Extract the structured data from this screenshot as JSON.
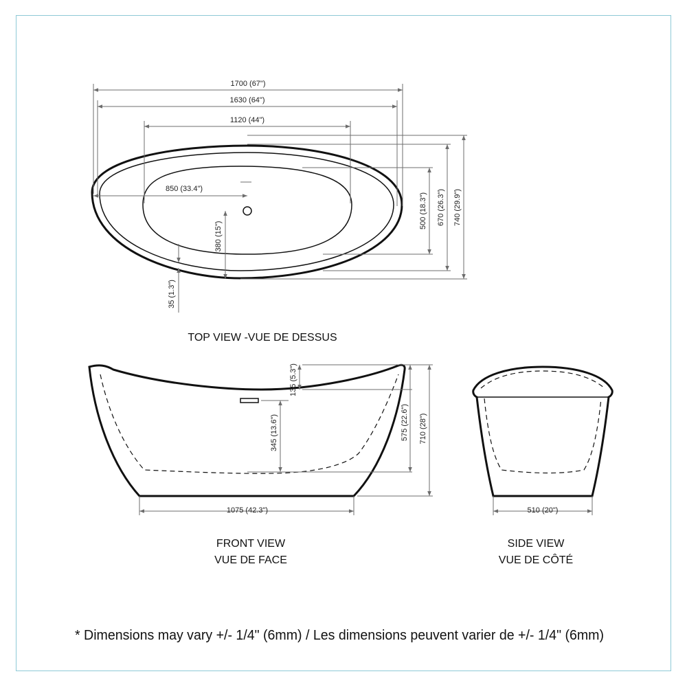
{
  "top_view": {
    "label": "TOP VIEW -VUE DE DESSUS",
    "dims": {
      "overall_length": "1700 (67\")",
      "rim_length": "1630 (64\")",
      "basin_length": "1120 (44\")",
      "drain_offset": "850 (33.4\")",
      "basin_width": "500 (18.3\")",
      "rim_width": "670 (26.3\")",
      "overall_width": "740 (29.9\")",
      "drain_to_edge": "380 (15\")",
      "rim_thickness": "35 (1.3\")"
    }
  },
  "front_view": {
    "label_line1": "FRONT VIEW",
    "label_line2": "VUE DE FACE",
    "dims": {
      "end_rise": "135 (5.3\")",
      "overflow_height": "345 (13.6\")",
      "inner_depth": "575 (22.6\")",
      "overall_height": "710 (28\")",
      "base_length": "1075 (42.3\")"
    }
  },
  "side_view": {
    "label_line1": "SIDE VIEW",
    "label_line2": "VUE DE CÔTÉ",
    "dims": {
      "base_width": "510 (20\")"
    }
  },
  "footnote": "* Dimensions may vary +/- 1/4\" (6mm) / Les dimensions peuvent varier de +/- 1/4\" (6mm)"
}
